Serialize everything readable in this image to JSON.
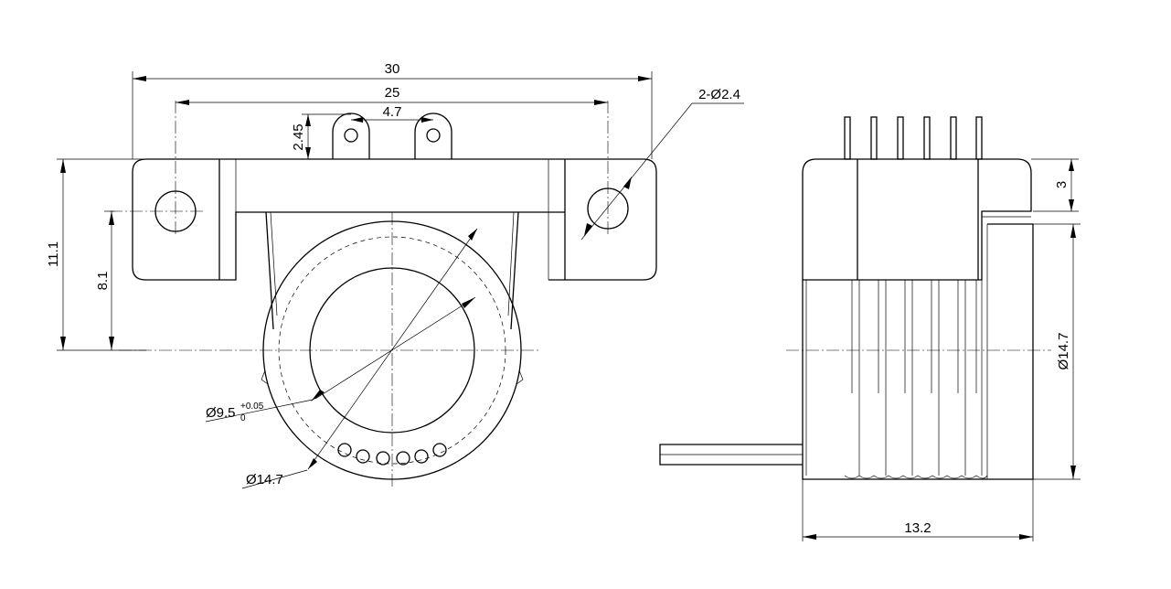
{
  "dimensions": {
    "overall_width": "30",
    "hole_spacing": "25",
    "pin_spacing": "4.7",
    "pin_height": "2.45",
    "mount_holes": "2-Ø2.4",
    "total_height": "11.1",
    "center_height": "8.1",
    "inner_diameter": "Ø9.5",
    "inner_tol_upper": "+0.05",
    "inner_tol_lower": "0",
    "outer_diameter_front": "Ø14.7",
    "side_height": "3",
    "outer_diameter_side": "Ø14.7",
    "side_depth": "13.2"
  }
}
